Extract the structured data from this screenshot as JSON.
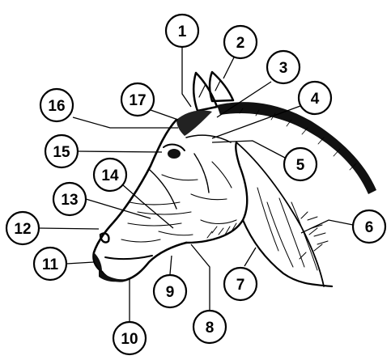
{
  "diagram": {
    "subject": "horse-head",
    "callouts": [
      {
        "id": "1",
        "label": "1"
      },
      {
        "id": "2",
        "label": "2"
      },
      {
        "id": "3",
        "label": "3"
      },
      {
        "id": "4",
        "label": "4"
      },
      {
        "id": "5",
        "label": "5"
      },
      {
        "id": "6",
        "label": "6"
      },
      {
        "id": "7",
        "label": "7"
      },
      {
        "id": "8",
        "label": "8"
      },
      {
        "id": "9",
        "label": "9"
      },
      {
        "id": "10",
        "label": "10"
      },
      {
        "id": "11",
        "label": "11"
      },
      {
        "id": "12",
        "label": "12"
      },
      {
        "id": "13",
        "label": "13"
      },
      {
        "id": "14",
        "label": "14"
      },
      {
        "id": "15",
        "label": "15"
      },
      {
        "id": "16",
        "label": "16"
      },
      {
        "id": "17",
        "label": "17"
      }
    ]
  }
}
